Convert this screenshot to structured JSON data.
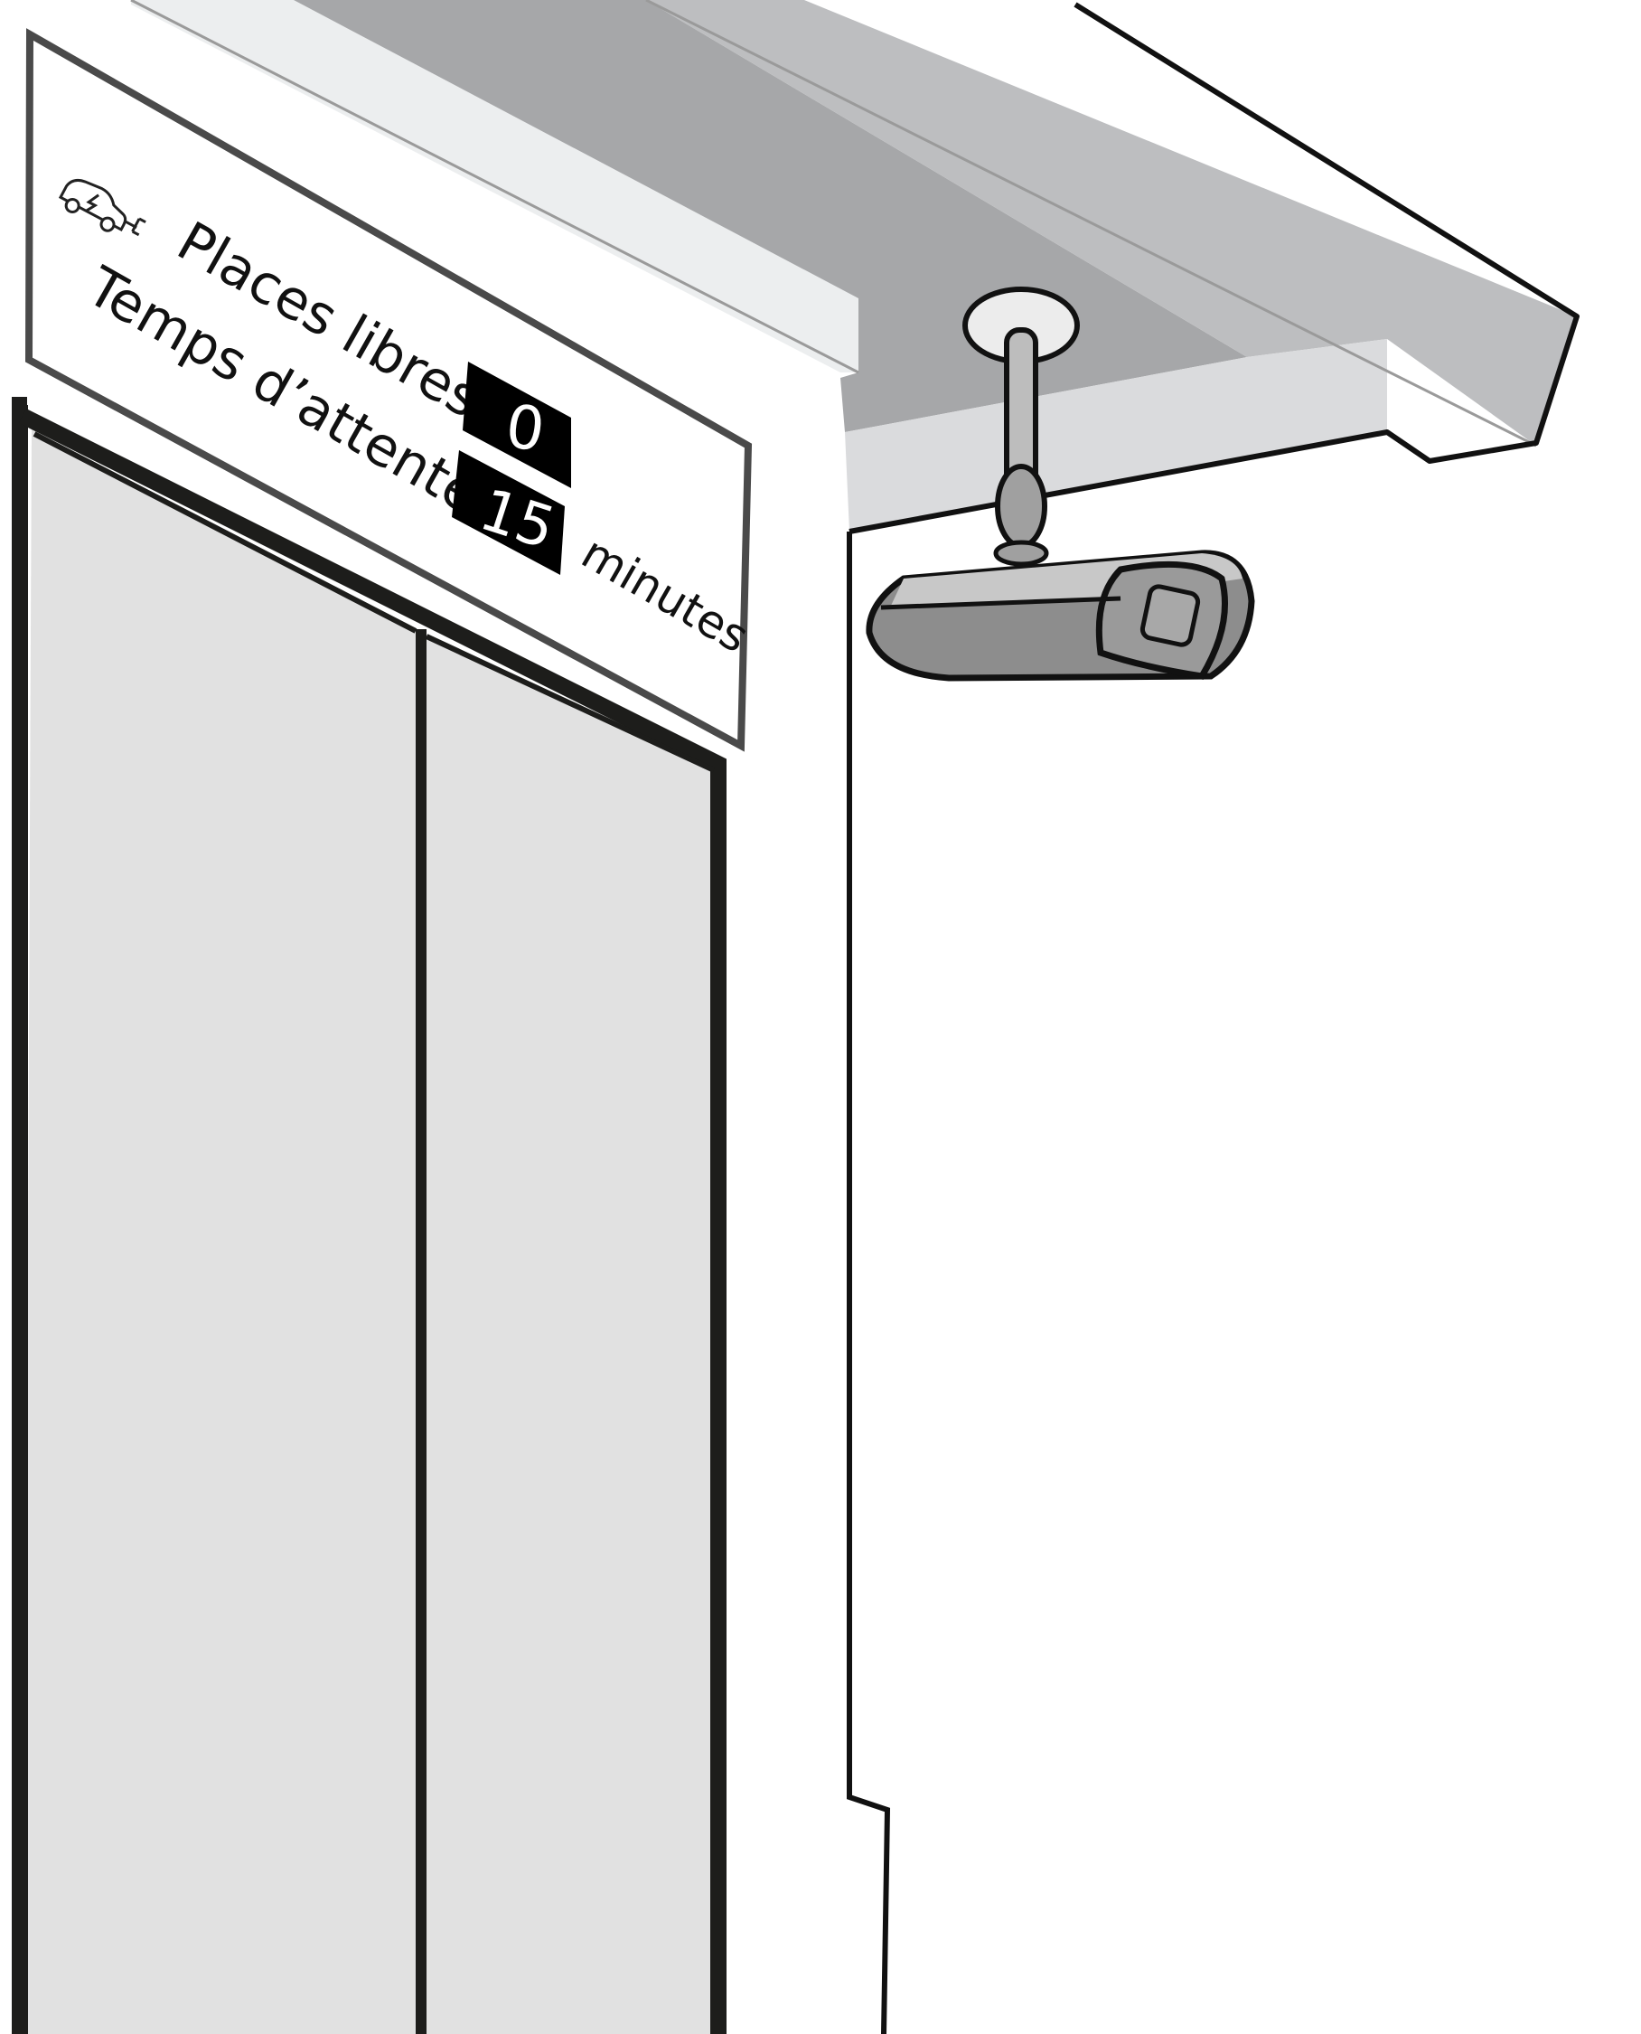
{
  "sign": {
    "line1_label": "Places libres",
    "line2_label": "Temps d’attente",
    "free_spaces_value": "0",
    "wait_time_value": "15",
    "wait_time_unit": "minutes",
    "icon": "electric-car-charging-icon"
  },
  "colors": {
    "outline": "#1a1a1a",
    "door_fill": "#e1e1e1",
    "roof_dark": "#a6a7a9",
    "roof_mid": "#bdbec0",
    "roof_light": "#dadbdd",
    "roof_top": "#eceeef",
    "counter_bg": "#000000",
    "counter_text": "#ffffff",
    "camera_body": "#8d8d8d",
    "camera_mount": "#bdbdbd"
  },
  "objects": {
    "camera": "surveillance-camera",
    "doors": "double-door"
  }
}
